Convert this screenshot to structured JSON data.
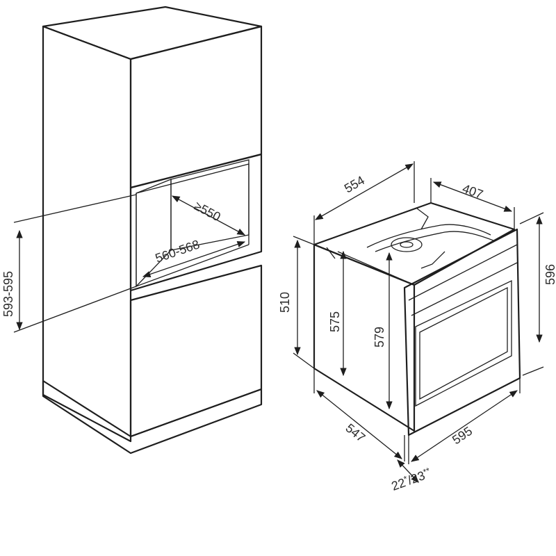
{
  "colors": {
    "cabinet_face": "#c8c8c8",
    "cabinet_top": "#dcdcdc",
    "cabinet_side": "#b4b4b4",
    "oven_body": "#e2e2e2",
    "oven_front": "#d4d4d4",
    "oven_window": "#bdbdbd",
    "line": "#1e1e1e"
  },
  "dimensions": {
    "cabinet_niche_depth": "≥550",
    "cabinet_niche_width": "560-568",
    "cabinet_niche_height": "593-595",
    "oven_top_depth": "554",
    "oven_top_width": "407",
    "oven_height_total": "596",
    "oven_body_height": "510",
    "oven_inner_height_1": "575",
    "oven_inner_height_2": "579",
    "oven_depth": "547",
    "oven_width": "595",
    "front_offset_main": "22",
    "front_offset_mark1": "*",
    "front_offset_sep": "/23",
    "front_offset_mark2": "**"
  }
}
